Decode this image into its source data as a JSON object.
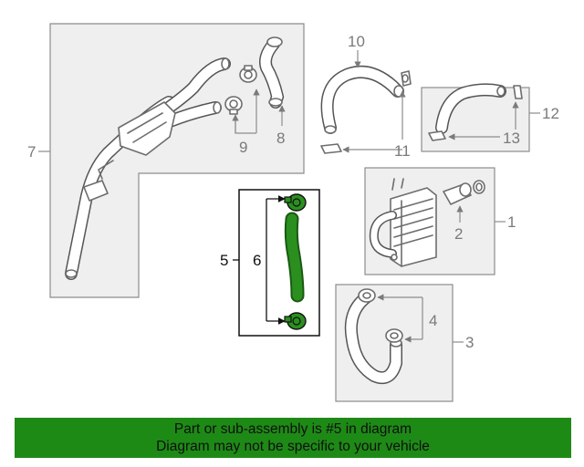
{
  "callouts": {
    "c1": "1",
    "c2": "2",
    "c3": "3",
    "c4": "4",
    "c5": "5",
    "c6": "6",
    "c7": "7",
    "c8": "8",
    "c9": "9",
    "c10": "10",
    "c11": "11",
    "c12": "12",
    "c13": "13"
  },
  "footer": {
    "line1": "Part or sub-assembly is #5 in diagram",
    "line2": "Diagram may not be specific to your vehicle"
  },
  "colors": {
    "highlight": "#1e8a16",
    "hose_green": "#2a8f1f",
    "panel_fill": "#efefef",
    "line_gray": "#8c8c8c"
  }
}
